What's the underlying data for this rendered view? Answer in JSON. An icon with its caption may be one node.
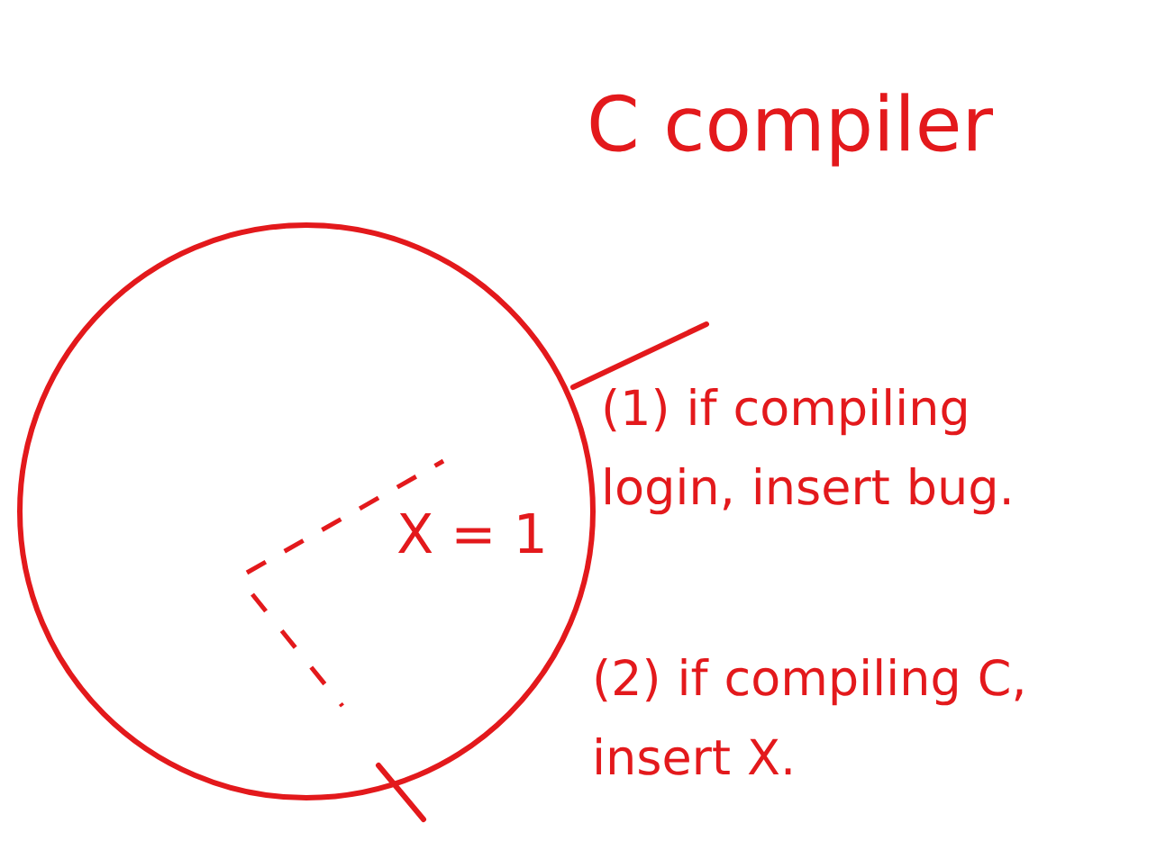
{
  "diagram": {
    "title": "C compiler",
    "nodes": [
      {
        "text": [
          "X = 1"
        ]
      }
    ],
    "labels": [
      "(1) if compiling login, insert bug.",
      "(2) if compiling C, insert X."
    ]
  }
}
